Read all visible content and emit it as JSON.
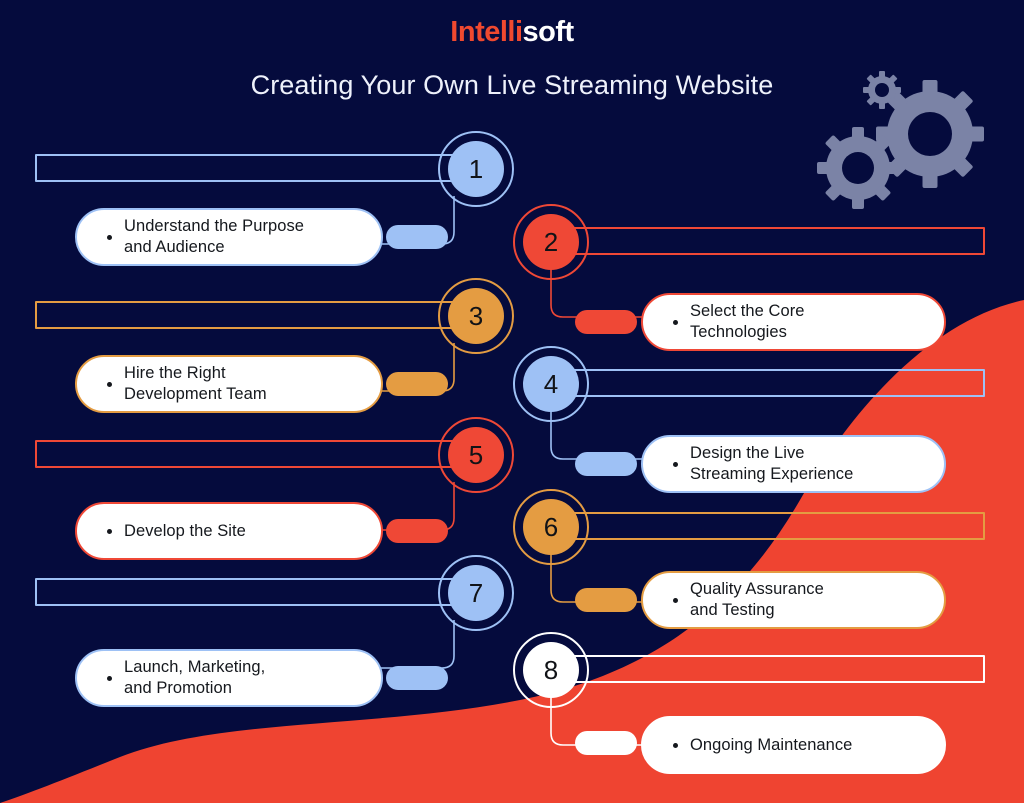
{
  "brand": {
    "logo_part_1": "Intelli",
    "logo_part_2": "soft",
    "logo_color_1": "#f0492f",
    "logo_color_2": "#ffffff"
  },
  "header": {
    "title": "Creating Your Own Live Streaming Website"
  },
  "theme": {
    "background": "#050b3d",
    "blob": "#ef4431",
    "gear": "#7b83a6",
    "light_blue": "#9ec1f5",
    "red": "#ef4836",
    "orange": "#e49c42",
    "white": "#ffffff",
    "text_dark": "#15181d"
  },
  "decorations": {
    "gears": [
      "gear-large",
      "gear-medium",
      "gear-small"
    ],
    "blob_shape": "red-curved-blob"
  },
  "steps": [
    {
      "number": "1",
      "label": "Understand the Purpose\nand Audience",
      "color": "#9ec1f5",
      "side": "left"
    },
    {
      "number": "2",
      "label": "Select the Core\nTechnologies",
      "color": "#ef4836",
      "side": "right"
    },
    {
      "number": "3",
      "label": "Hire the Right\nDevelopment Team",
      "color": "#e49c42",
      "side": "left"
    },
    {
      "number": "4",
      "label": "Design the Live\nStreaming Experience",
      "color": "#9ec1f5",
      "side": "right"
    },
    {
      "number": "5",
      "label": "Develop the Site",
      "color": "#ef4836",
      "side": "left"
    },
    {
      "number": "6",
      "label": "Quality Assurance\nand Testing",
      "color": "#e49c42",
      "side": "right"
    },
    {
      "number": "7",
      "label": "Launch, Marketing,\nand Promotion",
      "color": "#9ec1f5",
      "side": "left"
    },
    {
      "number": "8",
      "label": "Ongoing Maintenance",
      "color": "#ffffff",
      "side": "right"
    }
  ]
}
